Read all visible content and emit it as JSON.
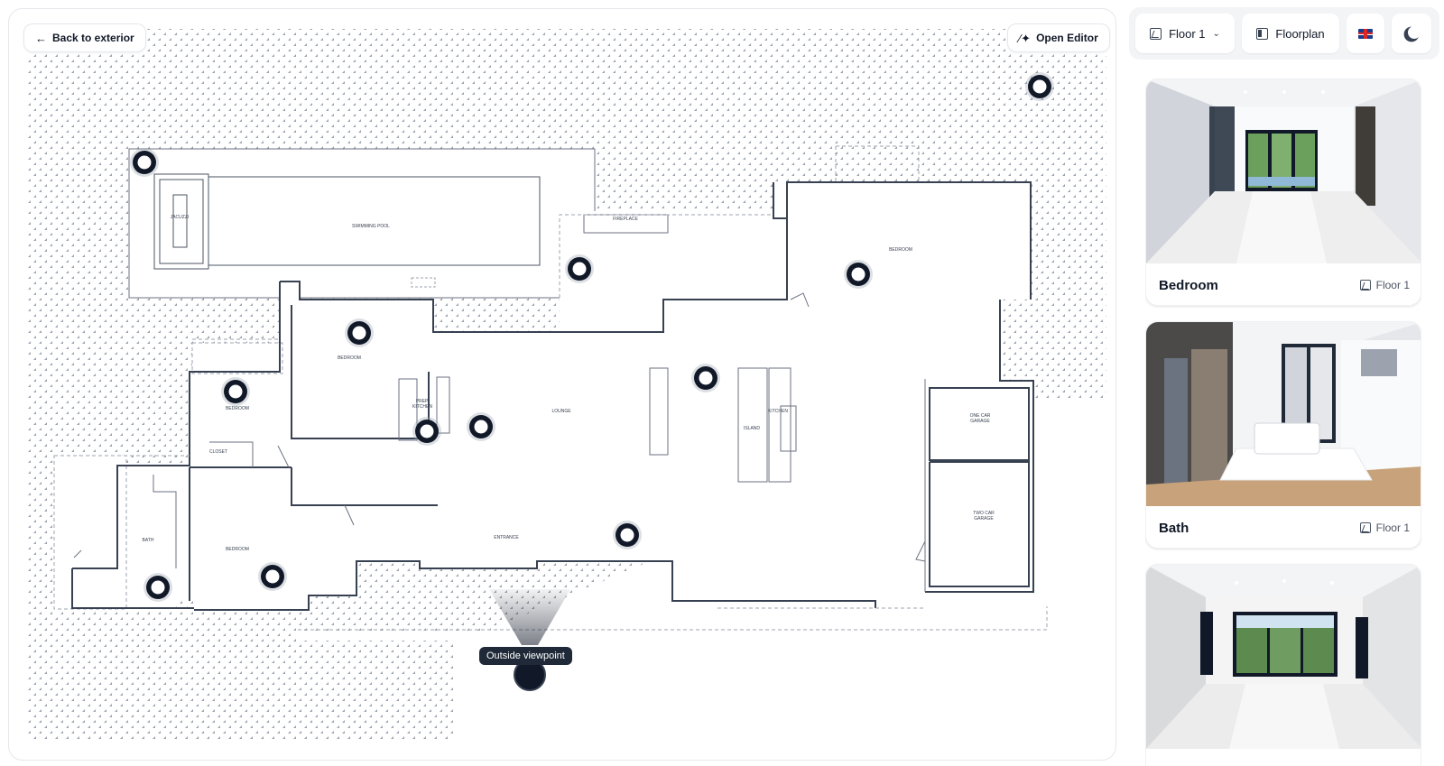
{
  "map": {
    "back_label": "Back to exterior",
    "back_icon": "arrow-left-icon",
    "editor_label": "Open Editor",
    "editor_icon": "magic-wand-icon",
    "tooltip": "Outside viewpoint",
    "room_labels": {
      "jacuzzi": "JACUZZI",
      "pool": "SWIMMING POOL",
      "fireplace": "FIREPLACE",
      "bedroom_ne": "BEDROOM",
      "bedroom_center": "BEDROOM",
      "bedroom_w": "BEDROOM",
      "prep_kitchen_1": "PREP.",
      "prep_kitchen_2": "KITCHEN",
      "lounge": "LOUNGE",
      "island": "ISLAND",
      "kitchen": "KITCHEN",
      "one_car_1": "ONE CAR",
      "one_car_2": "GARAGE",
      "two_car_1": "TWO CAR",
      "two_car_2": "GARAGE",
      "closet": "CLOSET",
      "bath": "BATH",
      "bedroom_sw": "BEDROOM",
      "entrance": "ENTRANCE"
    }
  },
  "toolbar": {
    "floor_label": "Floor 1",
    "floor_icon": "stairs-icon",
    "floorplan_label": "Floorplan",
    "floorplan_icon": "sidebar-panel-icon",
    "language_icon": "uk-flag-icon",
    "theme_icon": "moon-icon"
  },
  "cards": [
    {
      "title": "Bedroom",
      "floor": "Floor 1"
    },
    {
      "title": "Bath",
      "floor": "Floor 1"
    },
    {
      "title": "",
      "floor": ""
    }
  ],
  "colors": {
    "marker": "#111827",
    "wall": "#4b5563",
    "accent_dark": "#1f2937"
  }
}
